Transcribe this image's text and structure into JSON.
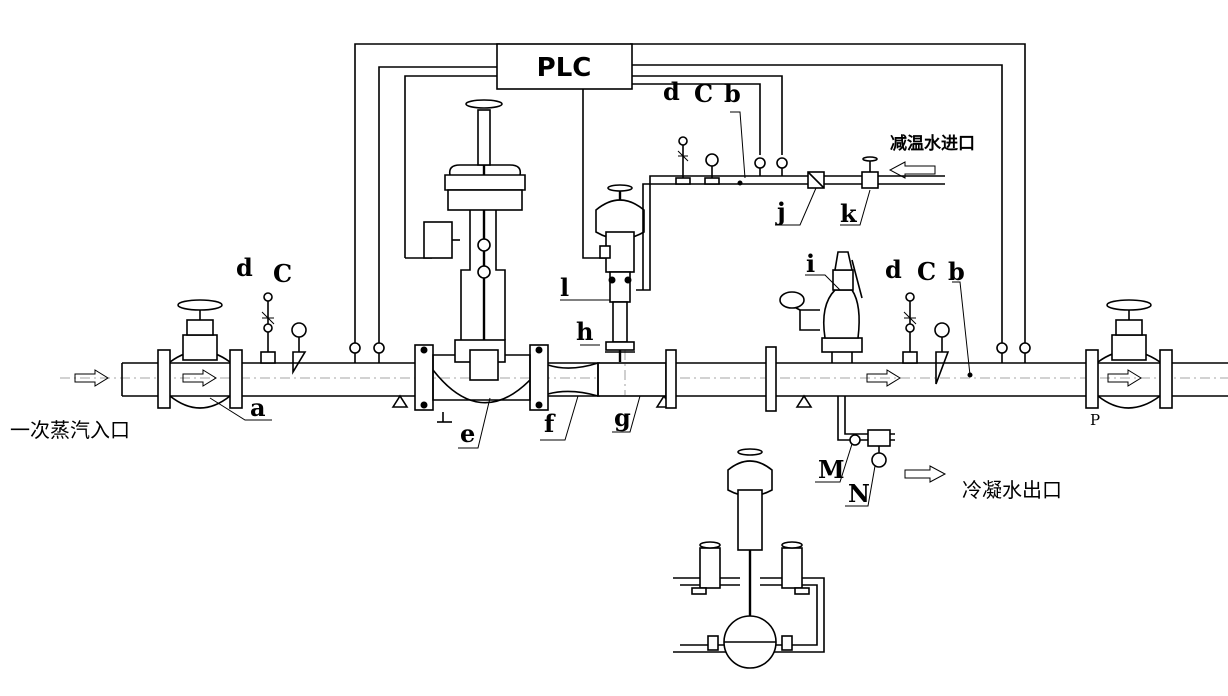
{
  "plc_box": {
    "label": "PLC"
  },
  "ports": {
    "steam_inlet": "一次蒸汽入口",
    "water_inlet": "减温水进口",
    "condensate_outlet": "冷凝水出口"
  },
  "labels": {
    "a": "a",
    "d_left": "d",
    "c_left": "C",
    "e": "e",
    "f": "f",
    "g": "g",
    "h": "h",
    "l": "l",
    "d_top": "d",
    "c_top": "C",
    "b_top": "b",
    "j": "j",
    "k": "k",
    "i": "i",
    "d_right": "d",
    "c_right": "C",
    "b_right": "b",
    "m": "M",
    "n": "N",
    "p": "P"
  }
}
